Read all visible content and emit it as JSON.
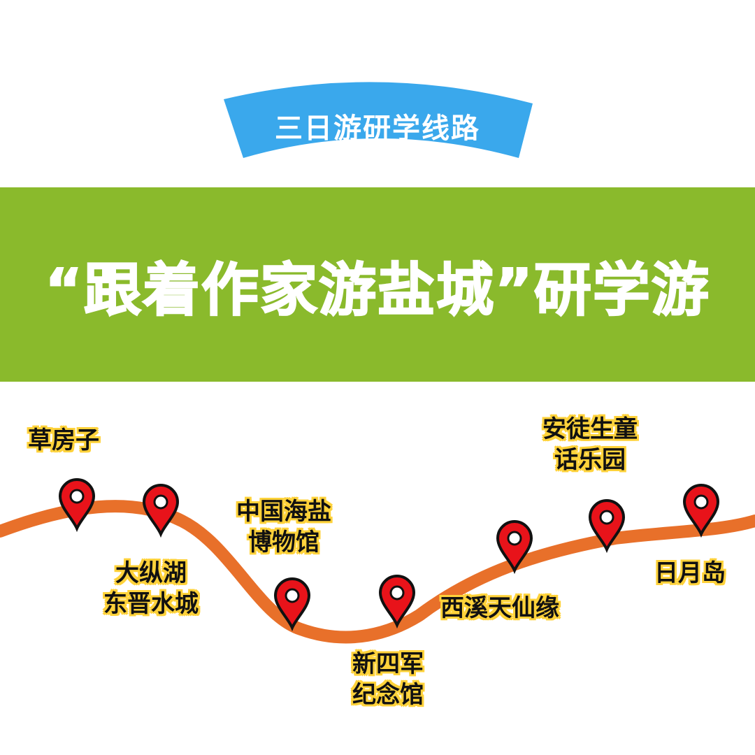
{
  "header": {
    "ribbon_text": "三日游研学线路",
    "title": "“跟着作家游盐城”研学游"
  },
  "colors": {
    "ribbon_blue": "#3aa8ec",
    "banner_green": "#8aba2c",
    "route_orange": "#e8702a",
    "pin_red": "#e8131a",
    "label_glow": "#ffd23a"
  },
  "stops": [
    {
      "lines": [
        "草房子"
      ]
    },
    {
      "lines": [
        "大纵湖",
        "东晋水城"
      ]
    },
    {
      "lines": [
        "中国海盐",
        "博物馆"
      ]
    },
    {
      "lines": [
        "新四军",
        "纪念馆"
      ]
    },
    {
      "lines": [
        "西溪天仙缘"
      ]
    },
    {
      "lines": [
        "安徒生童",
        "话乐园"
      ]
    },
    {
      "lines": [
        "日月岛"
      ]
    }
  ]
}
